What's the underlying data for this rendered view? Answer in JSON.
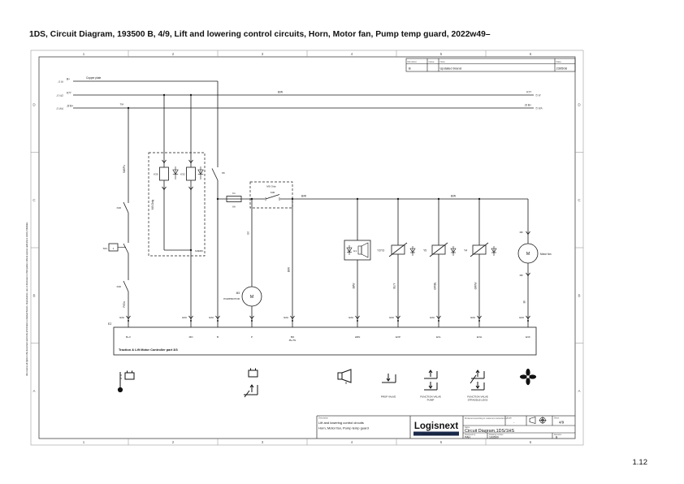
{
  "page": {
    "title": "1DS, Circuit Diagram, 193500 B, 4/9, Lift and lowering control circuits, Horn, Motor fan, Pump temp guard, 2022w49–",
    "page_number": "1.12"
  },
  "frame": {
    "cols": [
      "1",
      "2",
      "3",
      "4",
      "5",
      "6"
    ],
    "rows": [
      "D",
      "C",
      "B",
      "A"
    ]
  },
  "revision": {
    "headers": [
      "Revision",
      "Case",
      "Note",
      "Date"
    ],
    "rev": "B",
    "case": "",
    "note": "Updated brand",
    "date": "230508"
  },
  "notice": "We reserve all rights in this document and in the information contained therein. Reproduction, use or disclosure to third parties without express authority is strictly forbidden.",
  "lbl": {
    "copper_plate": "Copper plate",
    "b_plus": "B+",
    "ref_w": "/3 W",
    "ref_w2": "/3 W2",
    "ref_wa": "/3 WA",
    "k77": "K77",
    "j2b": "J2 B+",
    "ref5_w": "/5 W",
    "ref5_wa": "/5 WA",
    "tm": "TM",
    "w6pu": "W6/Pu",
    "s5": "S5",
    "f1": "F1",
    "f1_rating": "6A",
    "ms_only": "MS Only",
    "k30": "K30",
    "k32": "K32",
    "k2emc": "K2EMC",
    "bw": "B/W",
    "gr": "Gr",
    "m3": "M3",
    "pumpmotor": "PUMPMOTOR",
    "m": "M",
    "k36": "K36",
    "s31": "S31",
    "s31_pin": "1",
    "pgn": "P/Gn",
    "e2": "E2",
    "e2a": "E2A",
    "h1": "H1",
    "y1y3": "Y1/Y3",
    "y5": "Y5",
    "y4": "Y4",
    "blw": "Bl/W",
    "bly": "BL/Y",
    "grbl": "GR/BL",
    "grw": "GR/W",
    "bl": "Bl",
    "mf": "MF",
    "motor_fan": "Motor fan"
  },
  "controller": {
    "title": "Traction & Lift Motor Controller part 3/3",
    "terminals": [
      "B+V",
      "MO",
      "B",
      "P",
      "BO",
      "HRN",
      "EVP",
      "EVL",
      "EVH",
      "EVF"
    ],
    "t4b": "/B+TN"
  },
  "icons": {
    "prop_valve": "PROP VALVE",
    "func_valve": "FUNCTION VALVE",
    "pump": "PUMP",
    "straddle": "STRADDLE LEGS"
  },
  "title_block": {
    "desc_header": "Description",
    "desc1": "Lift and lowering control circuits",
    "desc2": "Horn, Motor fan, Pump temp guard",
    "logo": "Logisnext",
    "logo_sub": "MITSUBISHI LOGISNEXT EUROPE",
    "produced": "Produced according to customers instruction on",
    "scale_label": "Scale",
    "scale_value": "-",
    "sheet_label": "Sheet",
    "sheet_value": "4/9",
    "name_label": "Name",
    "name_value": "Circuit Diagram,1DS/1HS",
    "designed_label": "Designed by",
    "designed_value": "PAH",
    "drawing_label": "Drawing number",
    "drawing_value": "193500",
    "revision_label": "Revision",
    "revision_value": "B"
  }
}
